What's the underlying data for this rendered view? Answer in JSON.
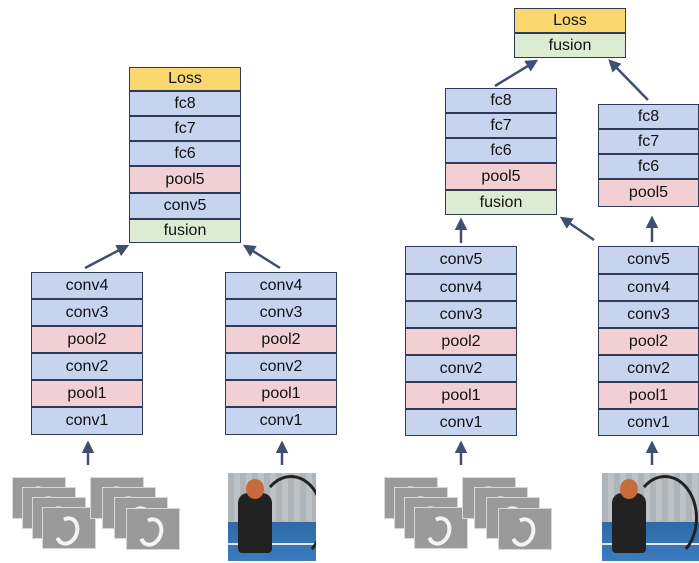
{
  "labels": {
    "loss": "Loss",
    "fusion": "fusion",
    "fc8": "fc8",
    "fc7": "fc7",
    "fc6": "fc6",
    "pool5": "pool5",
    "conv5": "conv5",
    "conv4": "conv4",
    "conv3": "conv3",
    "pool2": "pool2",
    "conv2": "conv2",
    "pool1": "pool1",
    "conv1": "conv1"
  },
  "colors": {
    "conv_fc": "#c6d4f0",
    "pool": "#f2cfd3",
    "fusion": "#dcecd3",
    "loss": "#fbd86f",
    "border": "#2f3b55",
    "arrow": "#3f4f70"
  },
  "inputs": {
    "left_stream": "optical flow frames",
    "right_stream": "RGB frame (archer)"
  }
}
